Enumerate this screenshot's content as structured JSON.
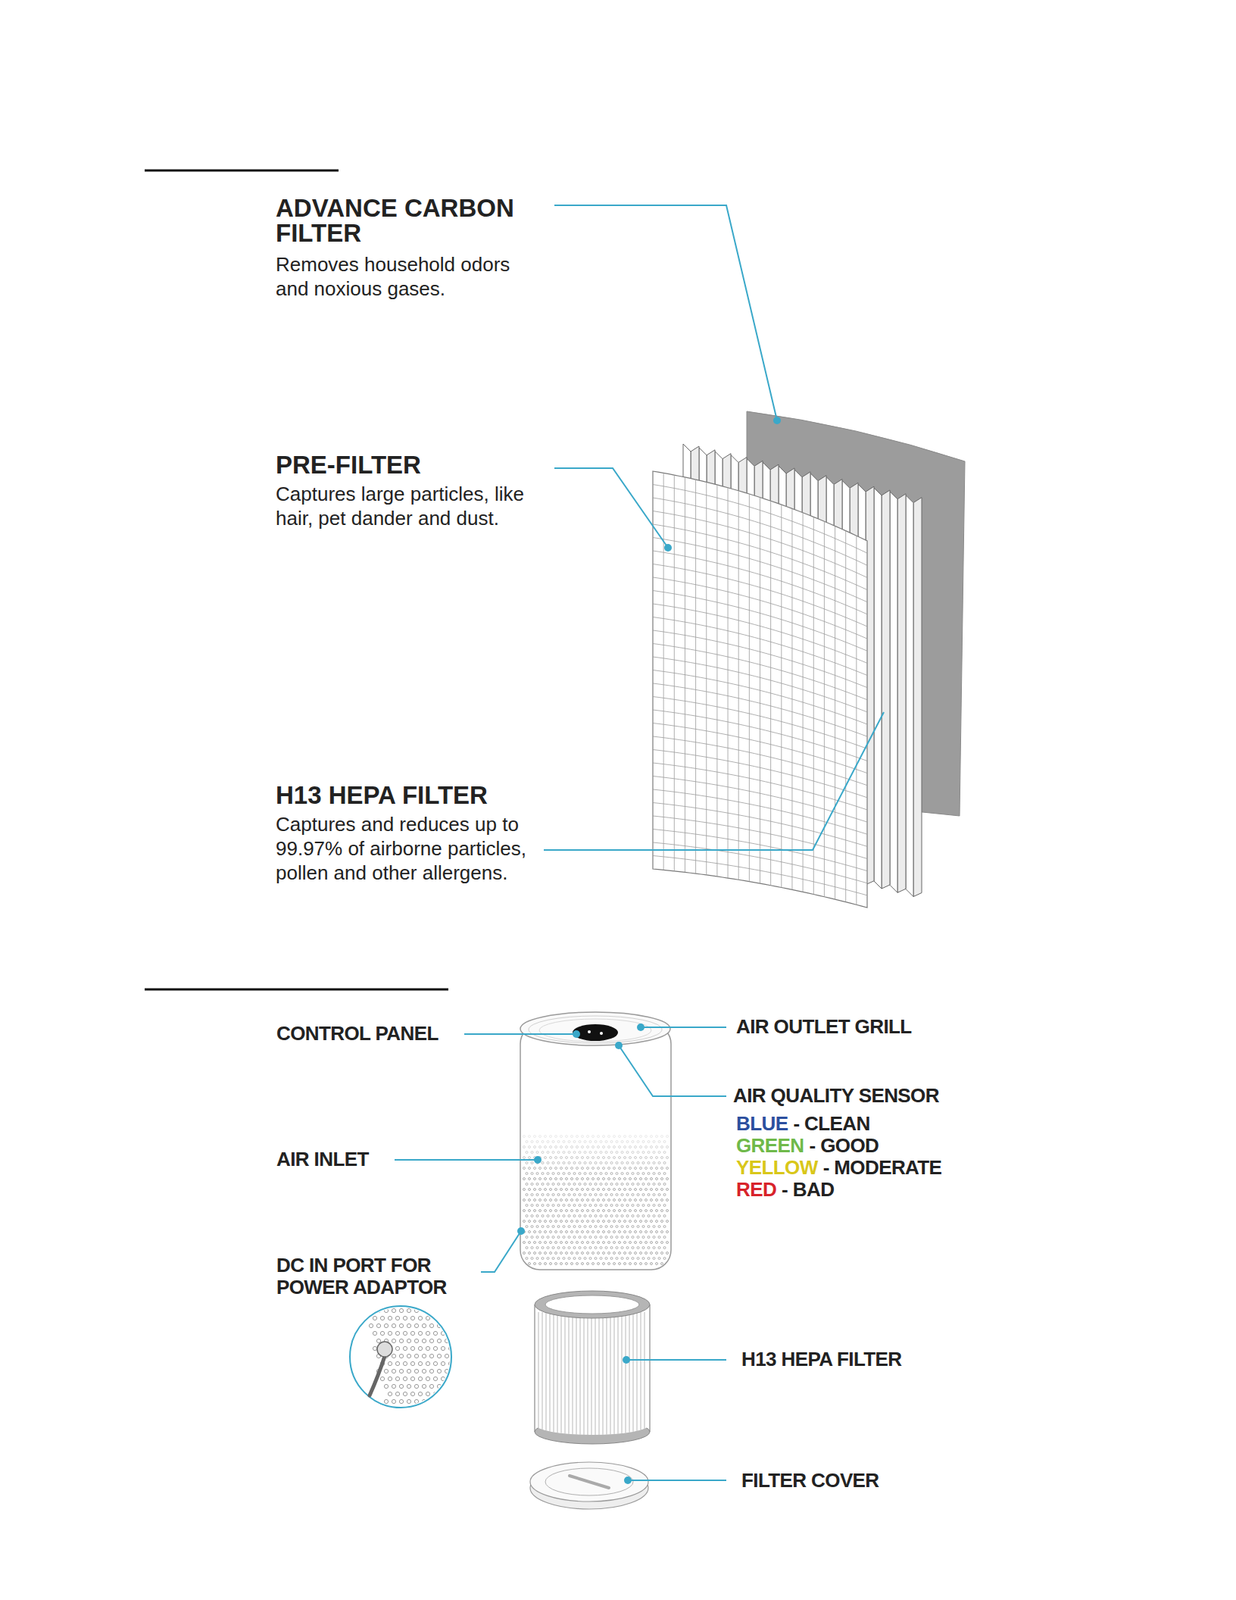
{
  "diagram": {
    "labels": [
      "ADVANCE CARBON FILTER",
      "Removes household odors and noxious gases.",
      "PRE-FILTER",
      "Captures large particles, like hair, pet dander and dust.",
      "H13 HEPA FILTER",
      "Captures and reduces up to 99.97% of airborne particles, pollen and other allergens.",
      "CONTROL PANEL",
      "AIR OUTLET GRILL",
      "AIR QUALITY SENSOR",
      "BLUE",
      "- CLEAN",
      "GREEN",
      "- GOOD",
      "YELLOW",
      "- MODERATE",
      "RED",
      "- BAD",
      "AIR INLET",
      "DC IN PORT FOR POWER ADAPTOR",
      "H13 HEPA FILTER",
      "FILTER COVER"
    ]
  }
}
